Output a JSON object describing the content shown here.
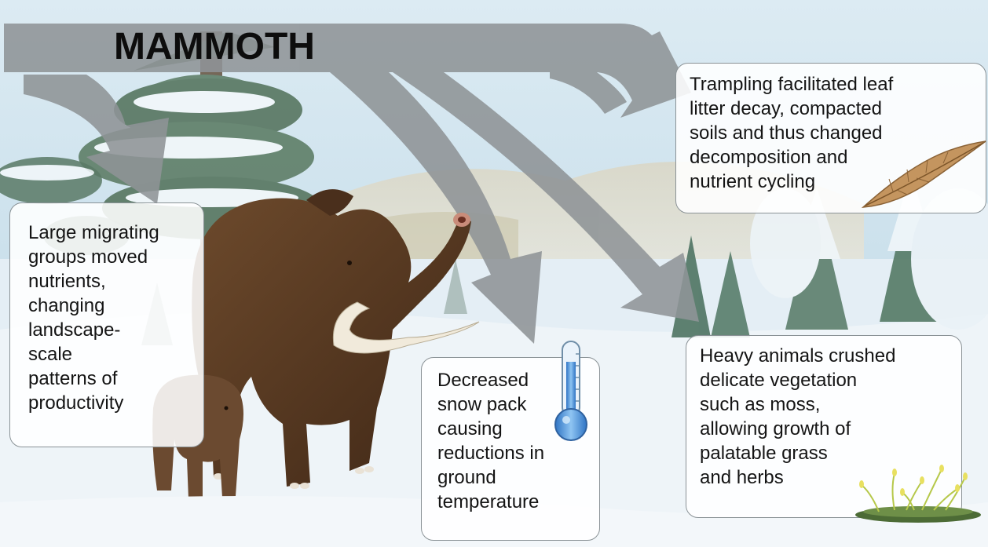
{
  "title": "MAMMOTH",
  "effects": {
    "migration": "Large migrating\ngroups moved\nnutrients,\nchanging\nlandscape-\nscale\npatterns of\nproductivity",
    "snow": "Decreased\nsnow pack\ncausing\nreductions in\nground\ntemperature",
    "trampling": "Trampling facilitated leaf\nlitter decay, compacted\nsoils and thus changed\ndecomposition and\nnutrient cycling",
    "vegetation": "Heavy animals crushed\ndelicate vegetation\nsuch as moss,\nallowing growth of\npalatable grass\nand herbs"
  },
  "colors": {
    "arrow": "#8f9497",
    "sky": "#cfe3ee",
    "snow": "#e9f1f6",
    "mammoth_fur": "#5a3a22",
    "tusk": "#efe8d8",
    "thermometer_fill": "#4a8fd6"
  },
  "icons": [
    "thermometer-icon",
    "dry-leaf-icon",
    "grass-tuft-icon"
  ]
}
